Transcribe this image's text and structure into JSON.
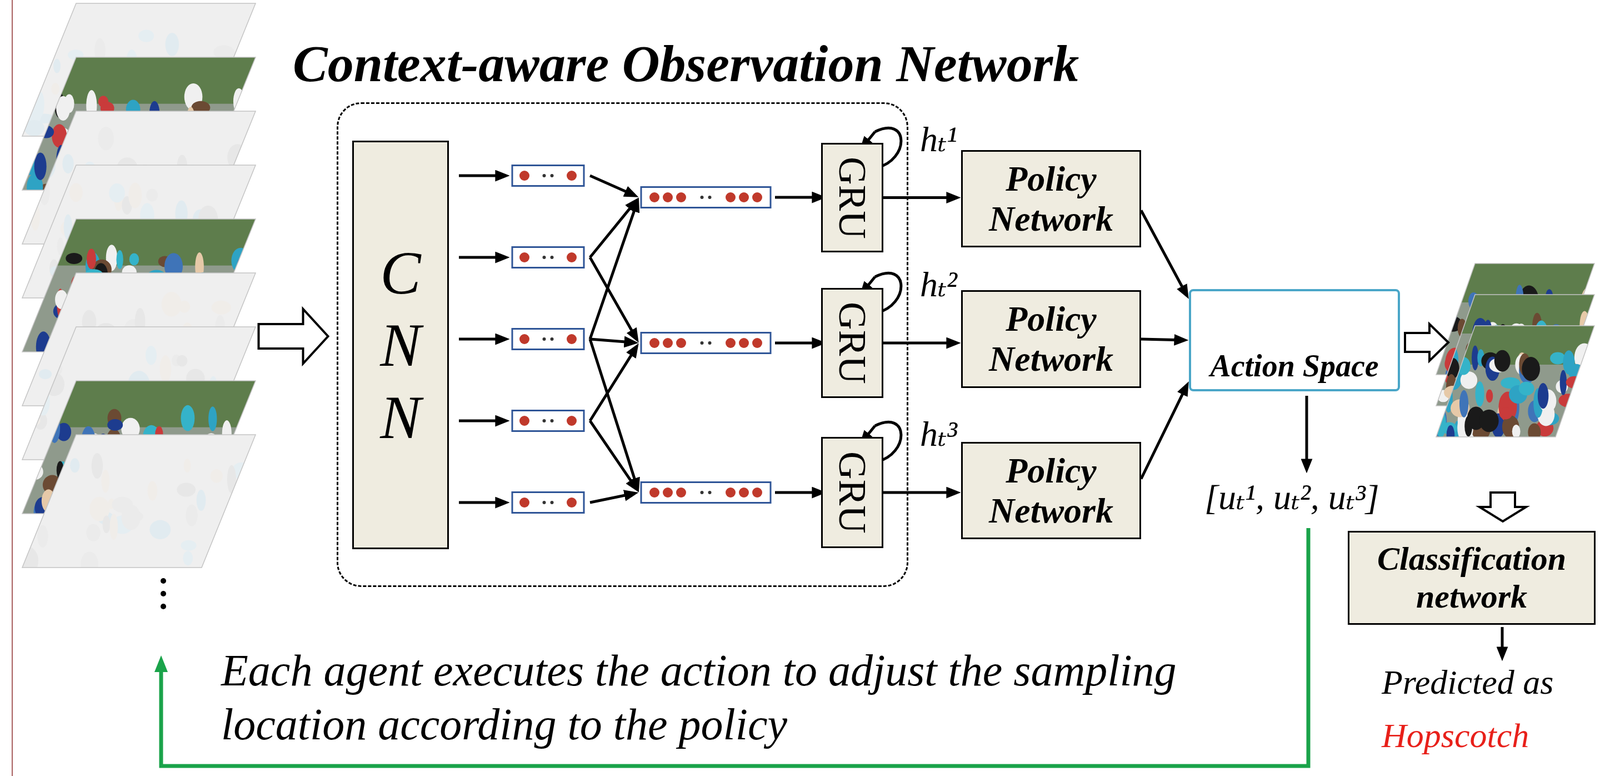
{
  "diagram": {
    "nodes": [
      {
        "text": [
          "Context-aware Observation Network"
        ]
      },
      {
        "text": [
          "C N N"
        ],
        "in": 0
      },
      {
        "text": [
          "GRU"
        ],
        "in": 0
      },
      {
        "text": [
          "GRU"
        ],
        "in": 0
      },
      {
        "text": [
          "GRU"
        ],
        "in": 0
      },
      {
        "text": [
          "Policy Network"
        ]
      },
      {
        "text": [
          "Policy Network"
        ]
      },
      {
        "text": [
          "Policy Network"
        ]
      },
      {
        "text": [
          "Action Space"
        ]
      },
      {
        "text": [
          "Classification network"
        ]
      }
    ],
    "edges": [
      {
        "from": 2,
        "to": 5,
        "arrow": "to",
        "label": "hₜ¹"
      },
      {
        "from": 3,
        "to": 6,
        "arrow": "to",
        "label": "hₜ²"
      },
      {
        "from": 4,
        "to": 7,
        "arrow": "to",
        "label": "hₜ³"
      },
      {
        "from": 5,
        "to": 8,
        "arrow": "to"
      },
      {
        "from": 6,
        "to": 8,
        "arrow": "to"
      },
      {
        "from": 7,
        "to": 8,
        "arrow": "to"
      }
    ],
    "labels": [
      "[uₜ¹, uₜ², uₜ³]",
      "Each agent executes the action to adjust the sampling location according to the policy",
      "Predicted as",
      "Hopscotch"
    ]
  }
}
